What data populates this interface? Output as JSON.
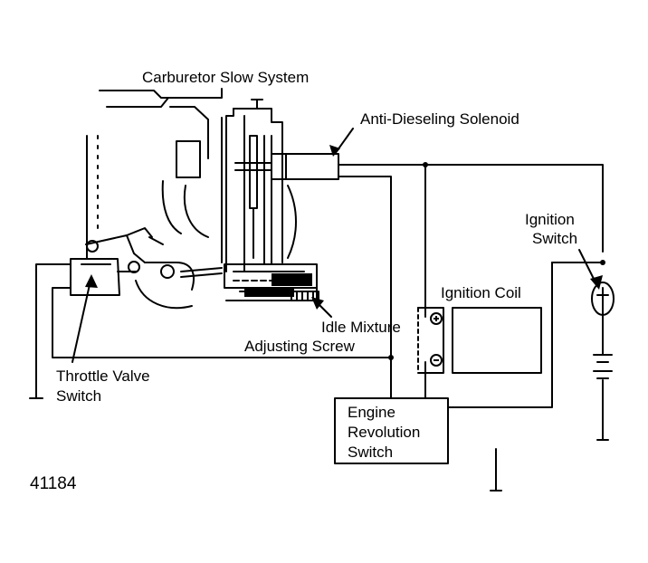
{
  "labels": {
    "carburetor": "Carburetor Slow System",
    "solenoid": "Anti-Dieseling Solenoid",
    "ignition_switch": [
      "Ignition",
      "Switch"
    ],
    "ignition_coil": "Ignition Coil",
    "idle_mixture": [
      "Idle Mixture",
      "Adjusting Screw"
    ],
    "throttle_switch": [
      "Throttle Valve",
      "Switch"
    ],
    "engine_switch": [
      "Engine",
      "Revolution",
      "Switch"
    ]
  },
  "figure_number": "41184",
  "colors": {
    "ink": "#000000",
    "paper": "#ffffff"
  }
}
